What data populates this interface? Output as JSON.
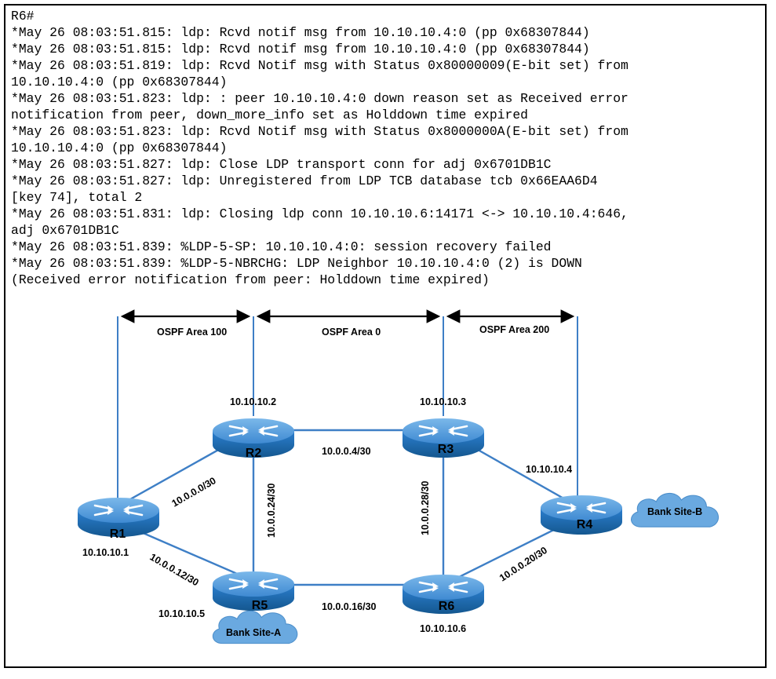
{
  "log": {
    "lines": [
      "R6#",
      "*May 26 08:03:51.815: ldp: Rcvd notif msg from 10.10.10.4:0 (pp 0x68307844)",
      "*May 26 08:03:51.815: ldp: Rcvd notif msg from 10.10.10.4:0 (pp 0x68307844)",
      "*May 26 08:03:51.819: ldp: Rcvd Notif msg with Status 0x80000009(E-bit set) from",
      "10.10.10.4:0 (pp 0x68307844)",
      "*May 26 08:03:51.823: ldp: : peer 10.10.10.4:0 down reason set as Received error",
      "notification from peer, down_more_info set as Holddown time expired",
      "*May 26 08:03:51.823: ldp: Rcvd Notif msg with Status 0x8000000A(E-bit set) from",
      "10.10.10.4:0 (pp 0x68307844)",
      "*May 26 08:03:51.827: ldp: Close LDP transport conn for adj 0x6701DB1C",
      "*May 26 08:03:51.827: ldp: Unregistered from LDP TCB database tcb 0x66EAA6D4",
      "[key 74], total 2",
      "*May 26 08:03:51.831: ldp: Closing ldp conn 10.10.10.6:14171 <-> 10.10.10.4:646,",
      "adj 0x6701DB1C",
      "*May 26 08:03:51.839: %LDP-5-SP: 10.10.10.4:0: session recovery failed",
      "*May 26 08:03:51.839: %LDP-5-NBRCHG: LDP Neighbor 10.10.10.4:0 (2) is DOWN",
      "(Received error notification from peer: Holddown time expired)"
    ]
  },
  "areas": {
    "area100": "OSPF Area 100",
    "area0": "OSPF Area 0",
    "area200": "OSPF Area 200"
  },
  "routers": {
    "r1": {
      "name": "R1",
      "ip": "10.10.10.1"
    },
    "r2": {
      "name": "R2",
      "ip": "10.10.10.2"
    },
    "r3": {
      "name": "R3",
      "ip": "10.10.10.3"
    },
    "r4": {
      "name": "R4",
      "ip": "10.10.10.4"
    },
    "r5": {
      "name": "R5",
      "ip": "10.10.10.5"
    },
    "r6": {
      "name": "R6",
      "ip": "10.10.10.6"
    }
  },
  "links": {
    "r1_r2": "10.0.0.0/30",
    "r2_r3": "10.0.0.4/30",
    "r1_r5": "10.0.0.12/30",
    "r2_r5": "10.0.0.24/30",
    "r3_r6": "10.0.0.28/30",
    "r5_r6": "10.0.0.16/30",
    "r4_r6": "10.0.0.20/30"
  },
  "sites": {
    "site_a": "Bank Site-A",
    "site_b": "Bank Site-B"
  },
  "colors": {
    "link": "#3e7fc6",
    "router_body": "#1f6fbf",
    "router_top": "#5fa3e0",
    "cloud": "#6aa9e0"
  }
}
